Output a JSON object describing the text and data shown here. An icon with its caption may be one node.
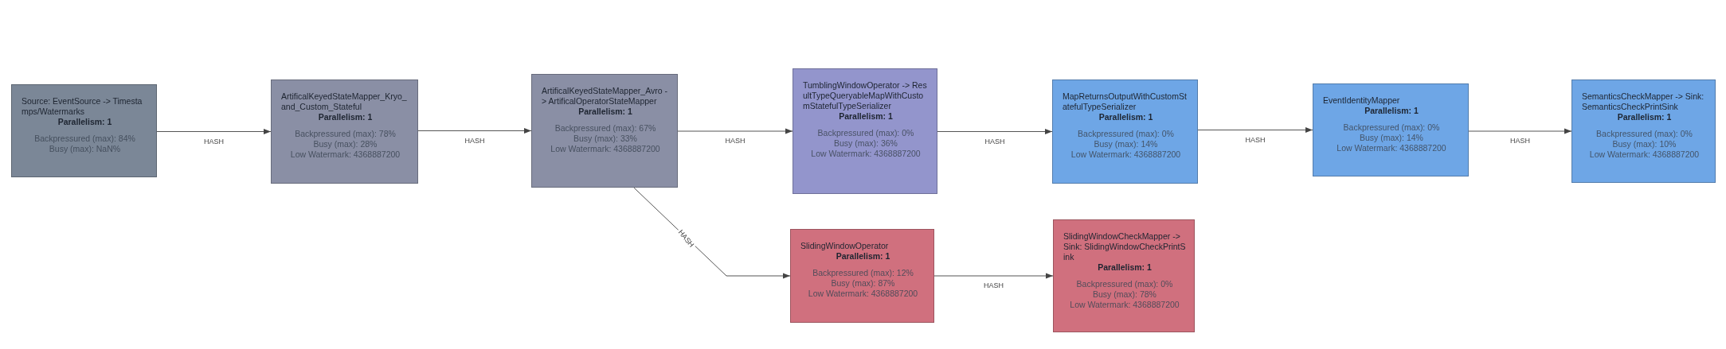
{
  "diagram": {
    "nodes": [
      {
        "text": [
          "Source: EventSource -> Timestamps/Watermarks",
          "Parallelism: 1",
          "Backpressured (max): 84%",
          "Busy (max): NaN%"
        ]
      },
      {
        "text": [
          "ArtificalKeyedStateMapper_Kryo_and_Custom_Stateful",
          "Parallelism: 1",
          "Backpressured (max): 78%",
          "Busy (max): 28%",
          "Low Watermark: 4368887200"
        ]
      },
      {
        "text": [
          "ArtificalKeyedStateMapper_Avro -> ArtificalOperatorStateMapper",
          "Parallelism: 1",
          "Backpressured (max): 67%",
          "Busy (max): 33%",
          "Low Watermark: 4368887200"
        ]
      },
      {
        "text": [
          "TumblingWindowOperator -> ResultTypeQueryableMapWithCustomStatefulTypeSerializer",
          "Parallelism: 1",
          "Backpressured (max): 0%",
          "Busy (max): 36%",
          "Low Watermark: 4368887200"
        ]
      },
      {
        "text": [
          "MapReturnsOutputWithCustomStatefulTypeSerializer",
          "Parallelism: 1",
          "Backpressured (max): 0%",
          "Busy (max): 14%",
          "Low Watermark: 4368887200"
        ]
      },
      {
        "text": [
          "EventIdentityMapper",
          "Parallelism: 1",
          "Backpressured (max): 0%",
          "Busy (max): 14%",
          "Low Watermark: 4368887200"
        ]
      },
      {
        "text": [
          "SemanticsCheckMapper -> Sink: SemanticsCheckPrintSink",
          "Parallelism: 1",
          "Backpressured (max): 0%",
          "Busy (max): 10%",
          "Low Watermark: 4368887200"
        ]
      },
      {
        "text": [
          "SlidingWindowOperator",
          "Parallelism: 1",
          "Backpressured (max): 12%",
          "Busy (max): 87%",
          "Low Watermark: 4368887200"
        ]
      },
      {
        "text": [
          "SlidingWindowCheckMapper -> Sink: SlidingWindowCheckPrintSink",
          "Parallelism: 1",
          "Backpressured (max): 0%",
          "Busy (max): 78%",
          "Low Watermark: 4368887200"
        ]
      }
    ],
    "edges": [
      {
        "from": 0,
        "to": 1,
        "arrow": "to",
        "label": "HASH"
      },
      {
        "from": 1,
        "to": 2,
        "arrow": "to",
        "label": "HASH"
      },
      {
        "from": 2,
        "to": 3,
        "arrow": "to",
        "label": "HASH"
      },
      {
        "from": 3,
        "to": 4,
        "arrow": "to",
        "label": "HASH"
      },
      {
        "from": 4,
        "to": 5,
        "arrow": "to",
        "label": "HASH"
      },
      {
        "from": 5,
        "to": 6,
        "arrow": "to",
        "label": "HASH"
      },
      {
        "from": 2,
        "to": 7,
        "arrow": "to",
        "label": "HASH"
      },
      {
        "from": 7,
        "to": 8,
        "arrow": "to",
        "label": "HASH"
      }
    ]
  }
}
